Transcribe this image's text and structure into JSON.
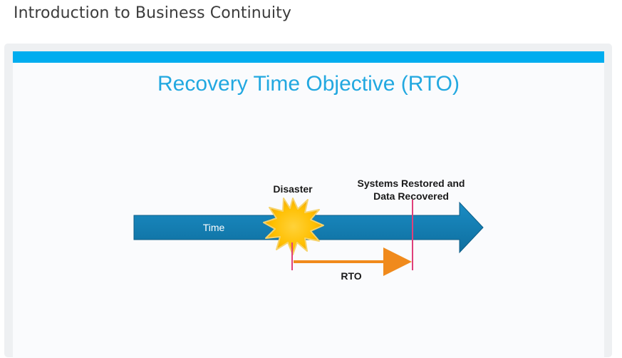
{
  "page": {
    "title": "Introduction to Business Continuity"
  },
  "slide": {
    "title": "Recovery Time Objective (RTO)",
    "accent_color": "#00adef",
    "diagram": {
      "timeline_label": "Time",
      "disaster_label": "Disaster",
      "restored_label_line1": "Systems Restored and",
      "restored_label_line2": "Data Recovered",
      "rto_label": "RTO",
      "timeline_color": "#1582b8",
      "burst_color": "#ffc000",
      "marker_color": "#e0407a",
      "rto_arrow_color": "#f08a1c",
      "disaster_icon": "explosion-burst-icon"
    }
  }
}
